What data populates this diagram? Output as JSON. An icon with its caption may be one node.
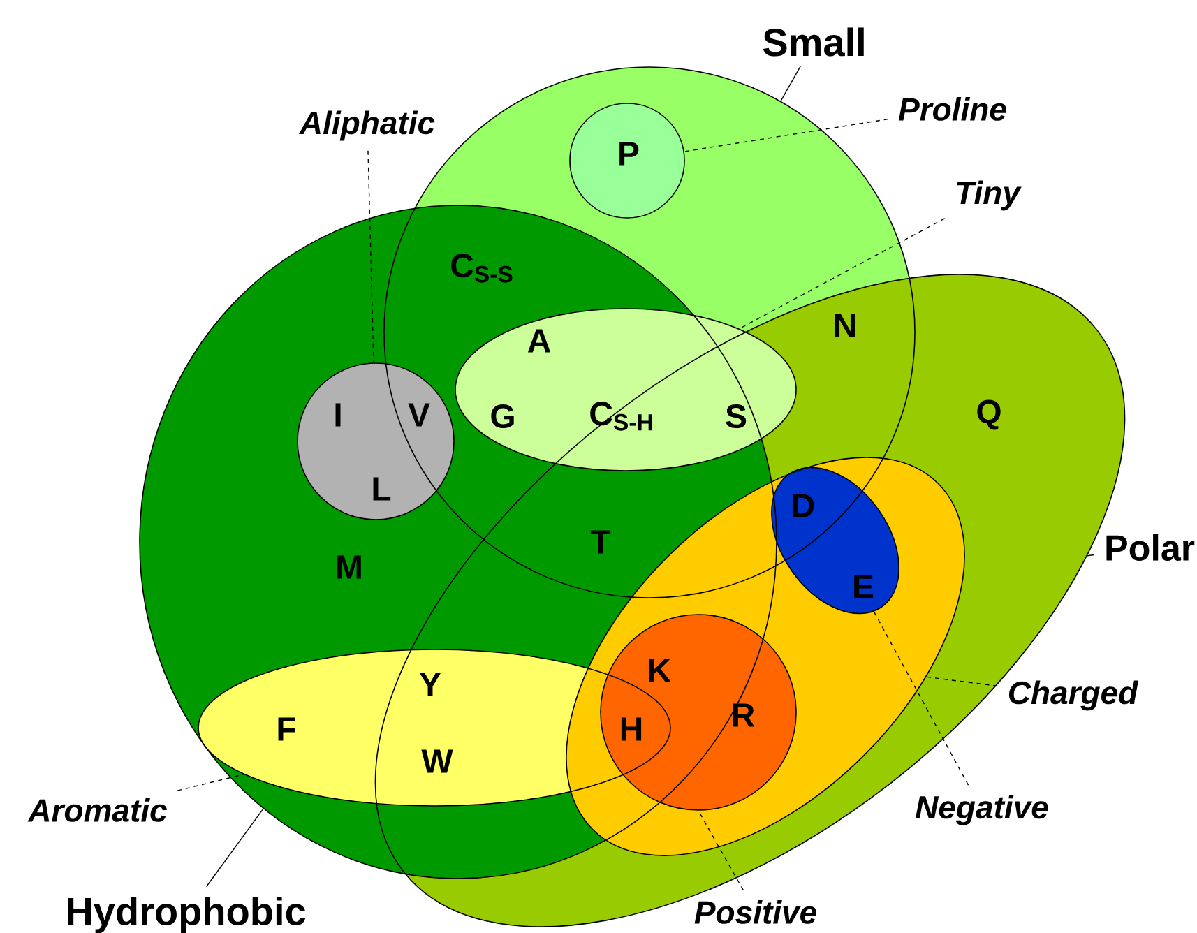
{
  "diagram": {
    "nodes": [
      {
        "text": [],
        "shape": "circle"
      },
      {
        "text": [],
        "shape": "circle",
        "in": 0
      },
      {
        "text": [],
        "shape": "ellipse"
      },
      {
        "text": [],
        "shape": "circle",
        "in": 2
      },
      {
        "text": [],
        "shape": "ellipse",
        "in": 0
      },
      {
        "text": [],
        "shape": "ellipse"
      },
      {
        "text": [],
        "shape": "ellipse",
        "in": 5
      },
      {
        "text": [],
        "shape": "ellipse",
        "in": 6
      },
      {
        "text": [],
        "shape": "circle",
        "in": 6
      },
      {
        "text": [],
        "shape": "ellipse",
        "in": 2
      },
      {
        "text": [
          "Small"
        ]
      },
      {
        "text": [
          "Proline"
        ]
      },
      {
        "text": [
          "Aliphatic"
        ]
      },
      {
        "text": [
          "Tiny"
        ]
      },
      {
        "text": [
          "Polar"
        ]
      },
      {
        "text": [
          "Charged"
        ]
      },
      {
        "text": [
          "Negative"
        ]
      },
      {
        "text": [
          "Aromatic"
        ]
      },
      {
        "text": [
          "Positive"
        ]
      },
      {
        "text": [
          "Hydrophobic"
        ]
      }
    ],
    "edges": [
      {
        "from": 10,
        "to": 0,
        "arrow": "none"
      },
      {
        "from": 11,
        "to": 1,
        "arrow": "none",
        "style": "dashed"
      },
      {
        "from": 12,
        "to": 3,
        "arrow": "none",
        "style": "dashed"
      },
      {
        "from": 13,
        "to": 4,
        "arrow": "none",
        "style": "dashed"
      },
      {
        "from": 14,
        "to": 5,
        "arrow": "none"
      },
      {
        "from": 15,
        "to": 6,
        "arrow": "none",
        "style": "dashed"
      },
      {
        "from": 16,
        "to": 7,
        "arrow": "none",
        "style": "dashed"
      },
      {
        "from": 17,
        "to": 9,
        "arrow": "none",
        "style": "dashed"
      },
      {
        "from": 18,
        "to": 8,
        "arrow": "none",
        "style": "dashed"
      },
      {
        "from": 19,
        "to": 2,
        "arrow": "none"
      }
    ],
    "labels": [
      "P",
      "C$_{S-S}$",
      "A",
      "N",
      "I",
      "V",
      "G",
      "C$_{S-H}$",
      "S",
      "Q",
      "L",
      "D",
      "M",
      "T",
      "E",
      "Y",
      "K",
      "F",
      "H",
      "R",
      "W"
    ]
  }
}
